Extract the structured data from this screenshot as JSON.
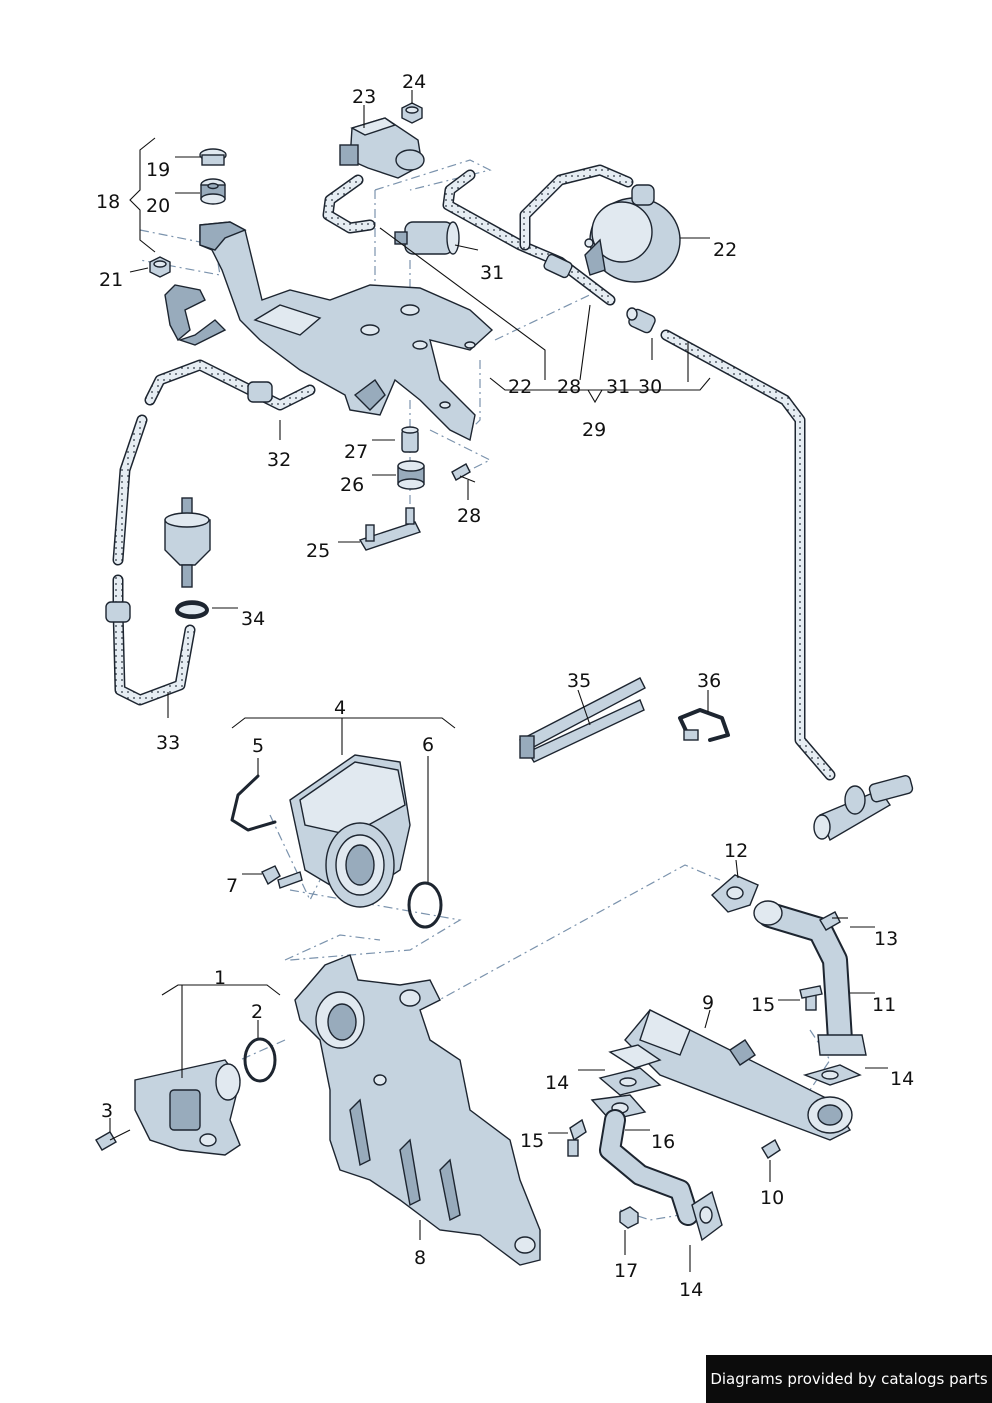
{
  "credit": "Diagrams provided by catalogs parts",
  "callouts": {
    "c1": "1",
    "c2": "2",
    "c3": "3",
    "c4": "4",
    "c5": "5",
    "c6": "6",
    "c7": "7",
    "c8": "8",
    "c9": "9",
    "c10": "10",
    "c11": "11",
    "c12": "12",
    "c13": "13",
    "c14a": "14",
    "c14b": "14",
    "c14c": "14",
    "c15a": "15",
    "c15b": "15",
    "c16": "16",
    "c17": "17",
    "c18": "18",
    "c19": "19",
    "c20": "20",
    "c21": "21",
    "c22a": "22",
    "c22b": "22",
    "c23": "23",
    "c24": "24",
    "c25": "25",
    "c26": "26",
    "c27": "27",
    "c28a": "28",
    "c28b": "28",
    "c29": "29",
    "c30": "30",
    "c31a": "31",
    "c31b": "31",
    "c32": "32",
    "c33": "33",
    "c34": "34",
    "c35": "35",
    "c36": "36"
  },
  "colors": {
    "part_fill": "#c5d3df",
    "outline": "#1d2530",
    "dash_line": "#7b93ad",
    "credit_bg": "#0c0c0c"
  }
}
